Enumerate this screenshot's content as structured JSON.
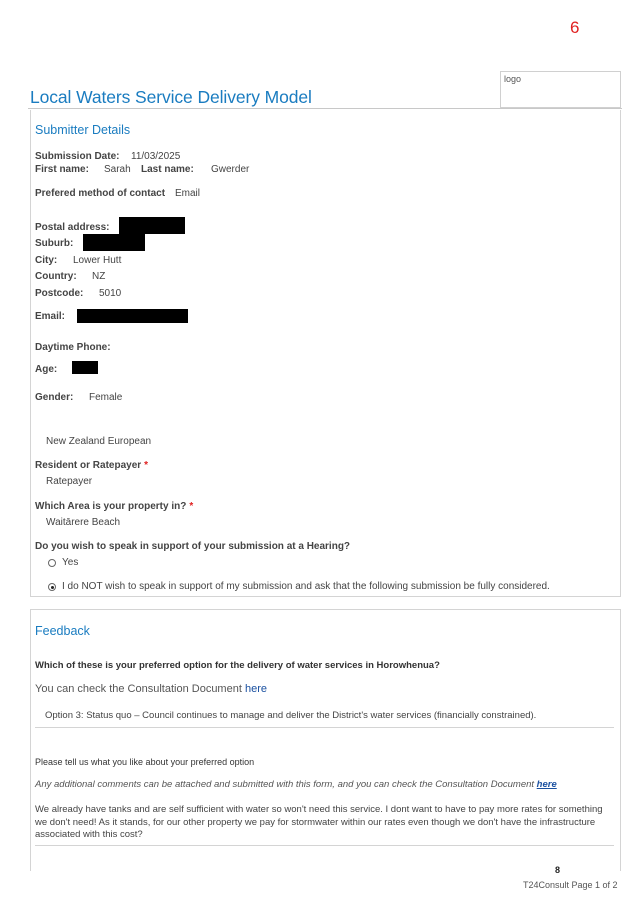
{
  "page_number": "6",
  "logo": {
    "label": "logo"
  },
  "title": "Local Waters Service Delivery Model",
  "submitter": {
    "heading": "Submitter Details",
    "submission_date_label": "Submission Date:",
    "submission_date": "11/03/2025",
    "first_name_label": "First name:",
    "first_name": "Sarah",
    "last_name_label": "Last name:",
    "last_name": "Gwerder",
    "contact_label": "Prefered method of contact",
    "contact": "Email",
    "postal_label": "Postal address:",
    "suburb_label": "Suburb:",
    "city_label": "City:",
    "city": "Lower Hutt",
    "country_label": "Country:",
    "country": "NZ",
    "postcode_label": "Postcode:",
    "postcode": "5010",
    "email_label": "Email:",
    "phone_label": "Daytime Phone:",
    "age_label": "Age:",
    "gender_label": "Gender:",
    "gender": "Female",
    "ethnicity": "New Zealand European",
    "resident_label": "Resident or Ratepayer",
    "resident": "Ratepayer",
    "area_label": "Which Area is your property in?",
    "area": "Waitārere Beach",
    "hearing_question": "Do you wish to speak in support of your submission at a Hearing?",
    "hearing_options": [
      {
        "label": "Yes",
        "checked": false
      },
      {
        "label": "I do NOT wish to speak in support of my submission and ask that the following submission be fully considered.",
        "checked": true
      }
    ],
    "required_mark": "*"
  },
  "feedback": {
    "heading": "Feedback",
    "question": "Which of these is your preferred option for the delivery of water services in Horowhenua?",
    "consultation_prefix": "You can check the Consultation Document",
    "consultation_link": "here",
    "selected_option": "Option 3: Status quo – Council continues to manage and deliver the District's water services (financially constrained).",
    "like_prompt": "Please tell us what you like about your preferred option",
    "attach_note": "Any additional comments can be attached and submitted with this form, and you can check the Consultation Document",
    "attach_link": "here",
    "answer": "We already have tanks and are self sufficient with water so won't need this service. I dont want to have to pay more rates for something we don't need! As it stands, for our other property we pay for stormwater within our rates even though we don't have the infrastructure associated with this cost?"
  },
  "footer": {
    "number": "8",
    "text": "T24Consult  Page 1 of 2"
  }
}
